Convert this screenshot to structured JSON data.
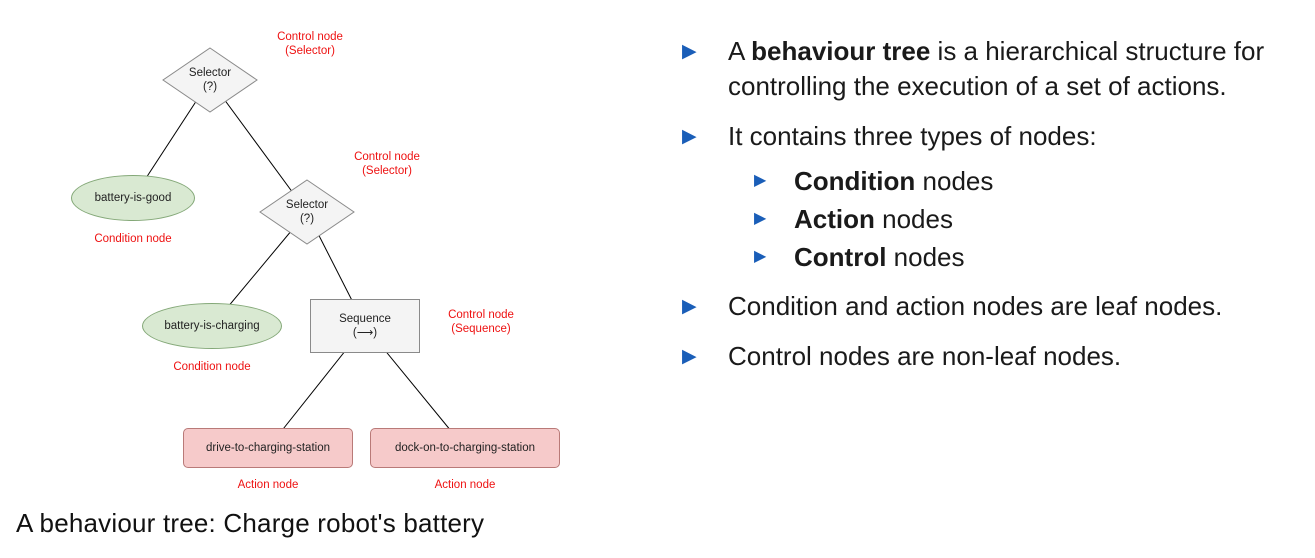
{
  "diagram": {
    "caption": "A behaviour tree: Charge robot's battery",
    "nodes": {
      "selector1": {
        "line1": "Selector",
        "line2": "(?)"
      },
      "selector2": {
        "line1": "Selector",
        "line2": "(?)"
      },
      "battery_is_good": "battery-is-good",
      "battery_is_charging": "battery-is-charging",
      "sequence": {
        "line1": "Sequence",
        "line2": "(⟶)"
      },
      "drive": "drive-to-charging-station",
      "dock": "dock-on-to-charging-station"
    },
    "labels": {
      "control_selector_1": {
        "line1": "Control node",
        "line2": "(Selector)"
      },
      "control_selector_2": {
        "line1": "Control node",
        "line2": "(Selector)"
      },
      "control_sequence": {
        "line1": "Control node",
        "line2": "(Sequence)"
      },
      "condition_1": "Condition node",
      "condition_2": "Condition node",
      "action_1": "Action node",
      "action_2": "Action node"
    },
    "colors": {
      "condition_fill": "#d9e9d2",
      "action_fill": "#f6caca",
      "control_fill": "#f4f4f4",
      "label_red": "#ee1111"
    }
  },
  "bullets": {
    "accent_blue": "#1a5eb8",
    "b1": {
      "pre": "A ",
      "bold": "behaviour tree",
      "post": " is a hierarchical structure for controlling the execution of a set of actions."
    },
    "b2": {
      "text": "It contains three types of nodes:"
    },
    "sub": [
      {
        "bold": "Condition",
        "post": " nodes"
      },
      {
        "bold": "Action",
        "post": " nodes"
      },
      {
        "bold": "Control",
        "post": " nodes"
      }
    ],
    "b3": {
      "text": "Condition and action nodes are leaf nodes."
    },
    "b4": {
      "text": "Control nodes are non-leaf nodes."
    }
  }
}
